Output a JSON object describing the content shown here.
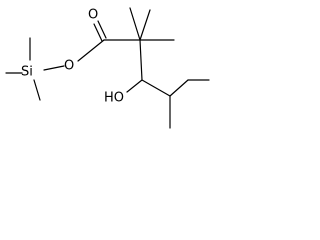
{
  "molecule": {
    "atoms": {
      "o_carbonyl": "O",
      "o_ester": "O",
      "silicon": "Si",
      "hydroxyl": "HO"
    }
  }
}
